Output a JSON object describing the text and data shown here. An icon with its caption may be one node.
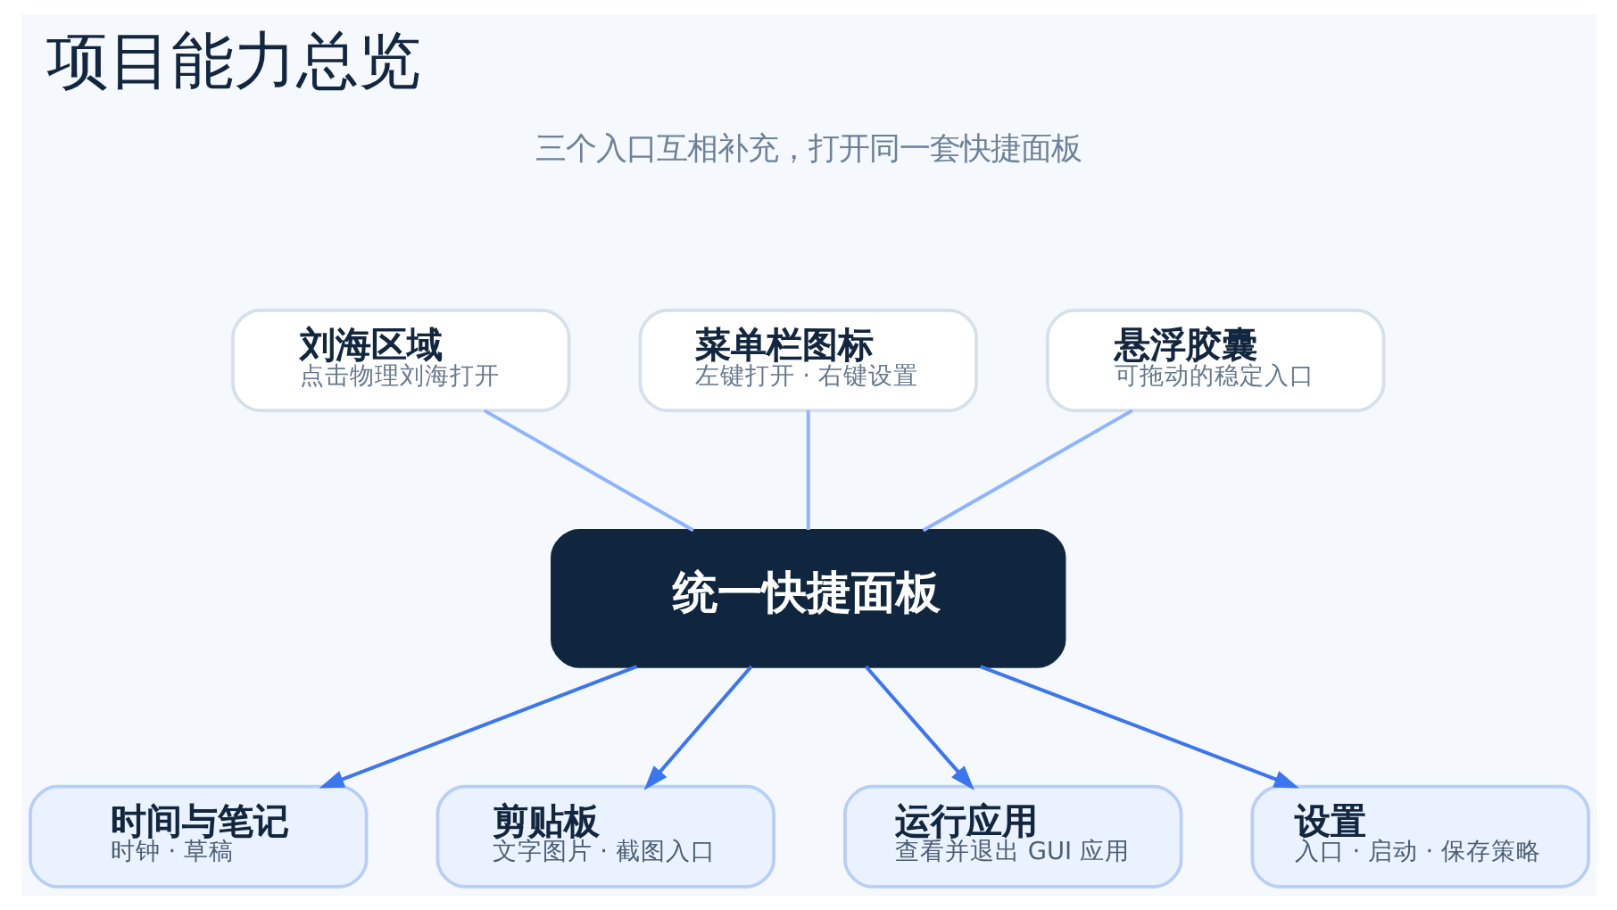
{
  "diagram": {
    "title": "项目能力总览",
    "nodes": [
      {
        "text": [
          "刘海区域",
          "点击物理刘海打开"
        ]
      },
      {
        "text": [
          "菜单栏图标",
          "左键打开 · 右键设置"
        ]
      },
      {
        "text": [
          "悬浮胶囊",
          "可拖动的稳定入口"
        ]
      },
      {
        "text": [
          "统一快捷面板"
        ]
      },
      {
        "text": [
          "时间与笔记",
          "时钟 · 草稿"
        ]
      },
      {
        "text": [
          "剪贴板",
          "文字图片 · 截图入口"
        ]
      },
      {
        "text": [
          "运行应用",
          "查看并退出 GUI 应用"
        ]
      },
      {
        "text": [
          "设置",
          "入口 · 启动 · 保存策略"
        ]
      }
    ],
    "edges": [
      {
        "from": 0,
        "to": 3,
        "arrow": "none",
        "color": "#8fb4ff"
      },
      {
        "from": 1,
        "to": 3,
        "arrow": "none",
        "color": "#8fb4ff"
      },
      {
        "from": 2,
        "to": 3,
        "arrow": "none",
        "color": "#8fb4ff"
      },
      {
        "from": 3,
        "to": 4,
        "arrow": "to"
      },
      {
        "from": 3,
        "to": 5,
        "arrow": "to"
      },
      {
        "from": 3,
        "to": 6,
        "arrow": "to"
      },
      {
        "from": 3,
        "to": 7,
        "arrow": "to"
      }
    ],
    "labels": [
      "三个入口互相补充，打开同一套快捷面板"
    ]
  }
}
